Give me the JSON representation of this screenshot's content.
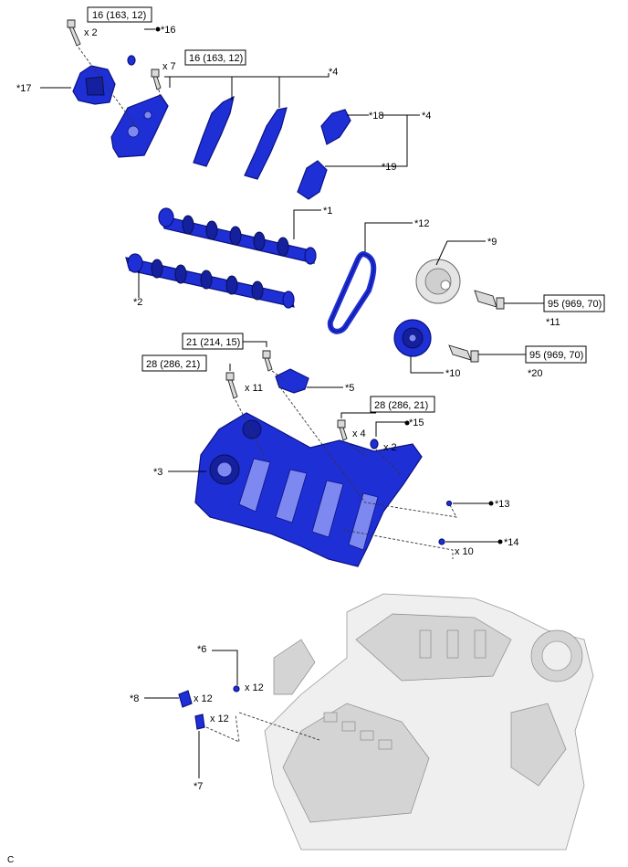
{
  "torque": {
    "t1": "16 (163, 12)",
    "t2": "16 (163, 12)",
    "t3": "95 (969, 70)",
    "t4": "95 (969, 70)",
    "t5": "21 (214, 15)",
    "t6": "28 (286, 21)",
    "t7": "28 (286, 21)"
  },
  "qty": {
    "q1": "x 2",
    "q2": "x 7",
    "q3": "x 11",
    "q4": "x 4",
    "q5": "x 2",
    "q6": "x 10",
    "q7": "x 12",
    "q8": "x 12",
    "q9": "x 12"
  },
  "callouts": {
    "c1": "*1",
    "c2": "*2",
    "c3": "*3",
    "c4a": "*4",
    "c4b": "*4",
    "c5": "*5",
    "c6": "*6",
    "c7": "*7",
    "c8": "*8",
    "c9": "*9",
    "c10": "*10",
    "c11": "*11",
    "c12": "*12",
    "c13": "*13",
    "c14": "*14",
    "c15": "*15",
    "c16": "*16",
    "c17": "*17",
    "c18": "*18",
    "c19": "*19",
    "c20": "*20"
  },
  "figure_code": "C"
}
